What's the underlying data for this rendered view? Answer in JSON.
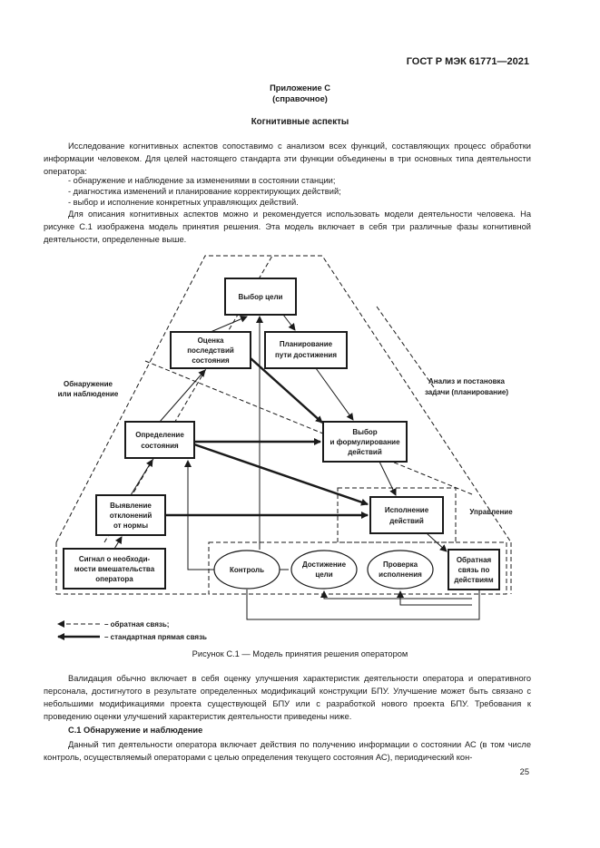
{
  "header": {
    "code": "ГОСТ Р МЭК 61771—2021"
  },
  "appendix": {
    "title": "Приложение С",
    "subtitle": "(справочное)"
  },
  "section_title": "Когнитивные аспекты",
  "intro": {
    "paragraph": "Исследование когнитивных аспектов сопоставимо с анализом всех функций, составляющих процесс обработки информации человеком. Для целей настоящего стандарта эти функции объединены в три основных типа деятельности оператора:",
    "bullets": [
      "- обнаружение и наблюдение за изменениями в состоянии станции;",
      "- диагностика изменений и планирование корректирующих действий;",
      "- выбор и исполнение конкретных управляющих действий."
    ],
    "paragraph2": "Для описания когнитивных аспектов можно и рекомендуется использовать модели деятельности человека. На рисунке С.1 изображена модель принятия решения. Эта модель включает в себя три различные фазы когнитивной деятельности, определенные выше."
  },
  "figure": {
    "boxes": {
      "goal": "Выбор цели",
      "assess": [
        "Оценка",
        "последствий",
        "состояния"
      ],
      "plan": [
        "Планирование",
        "пути достижения"
      ],
      "define": [
        "Определение",
        "состояния"
      ],
      "select": [
        "Выбор",
        "и формулирование",
        "действий"
      ],
      "detect": [
        "Выявление",
        "отклонений",
        "от нормы"
      ],
      "execute": [
        "Исполнение",
        "действий"
      ],
      "signal": [
        "Сигнал о необходи-",
        "мости вмешательства",
        "оператора"
      ],
      "feedback": [
        "Обратная",
        "связь по",
        "действиям"
      ]
    },
    "ovals": {
      "control": "Контроль",
      "achieve": [
        "Достижение",
        "цели"
      ],
      "check": [
        "Проверка",
        "исполнения"
      ]
    },
    "side_labels": {
      "left": [
        "Обнаружение",
        "или наблюдение"
      ],
      "right": [
        "Анализ и постановка",
        "задачи (планирование)"
      ],
      "manage": "Управление"
    },
    "legend": {
      "feedback": "– обратная связь;",
      "direct": "– стандартная прямая связь"
    },
    "caption": "Рисунок С.1 — Модель принятия решения оператором"
  },
  "validation_paragraph": "Валидация обычно включает в себя оценку улучшения характеристик деятельности оператора и оперативного персонала, достигнутого в результате определенных модификаций конструкции БПУ. Улучшение может быть связано с небольшими модификациями проекта существующей БПУ или с разработкой нового проекта БПУ. Требования к проведению оценки улучшений характеристик деятельности приведены ниже.",
  "subsection": {
    "title": "С.1 Обнаружение и наблюдение",
    "text": "Данный тип деятельности оператора включает действия по получению информации о состоянии АС (в том числе контроль, осуществляемый операторами с целью определения текущего состояния АС), периодический кон-"
  },
  "page_number": "25"
}
